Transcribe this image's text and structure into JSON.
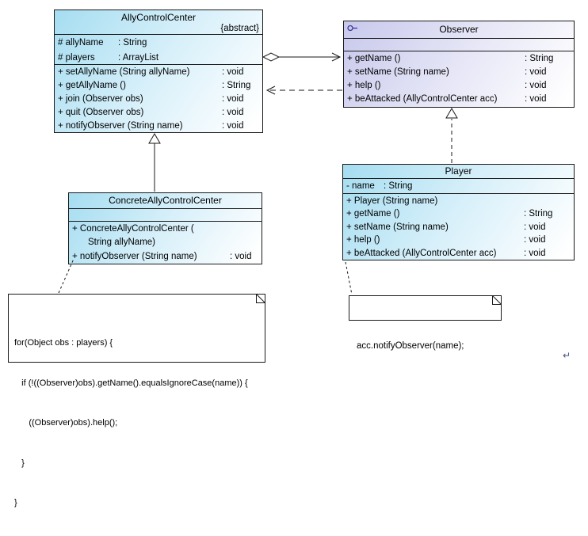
{
  "colors": {
    "class_fill": "#a5ddf1",
    "interface_fill": "#c8c8ec",
    "border": "#1a1a1a",
    "background": "#ffffff",
    "interface_icon": "#3b3b9b"
  },
  "classes": {
    "ally_control_center": {
      "name": "AllyControlCenter",
      "stereotype": "{abstract}",
      "attributes": [
        {
          "sig": "# allyName",
          "type": ": String"
        },
        {
          "sig": "# players",
          "type": ": ArrayList"
        }
      ],
      "methods": [
        {
          "sig": "+ setAllyName (String allyName)",
          "type": ": void"
        },
        {
          "sig": "+ getAllyName ()",
          "type": ": String"
        },
        {
          "sig": "+ join (Observer obs)",
          "type": ": void"
        },
        {
          "sig": "+ quit (Observer obs)",
          "type": ": void"
        },
        {
          "sig": "+ notifyObserver (String name)",
          "type": ": void"
        }
      ]
    },
    "observer": {
      "name": "Observer",
      "attributes": [],
      "methods": [
        {
          "sig": "+ getName ()",
          "type": ": String"
        },
        {
          "sig": "+ setName (String name)",
          "type": ": void"
        },
        {
          "sig": "+ help ()",
          "type": ": void"
        },
        {
          "sig": "+ beAttacked (AllyControlCenter acc)",
          "type": ": void"
        }
      ]
    },
    "concrete_ally_control_center": {
      "name": "ConcreteAllyControlCenter",
      "attributes": [],
      "methods": [
        {
          "sig": "+ ConcreteAllyControlCenter (",
          "type": ""
        },
        {
          "sig": "String allyName)",
          "type": ""
        },
        {
          "sig": "+ notifyObserver (String name)",
          "type": ": void"
        }
      ]
    },
    "player": {
      "name": "Player",
      "attributes": [
        {
          "sig": "- name",
          "type": ": String"
        }
      ],
      "methods": [
        {
          "sig": "+ Player (String name)",
          "type": ""
        },
        {
          "sig": "+ getName ()",
          "type": ": String"
        },
        {
          "sig": "+ setName (String name)",
          "type": ": void"
        },
        {
          "sig": "+ help ()",
          "type": ": void"
        },
        {
          "sig": "+ beAttacked (AllyControlCenter acc)",
          "type": ": void"
        }
      ]
    }
  },
  "notes": {
    "notify_loop": {
      "lines": [
        "for(Object obs : players) {",
        "   if (!((Observer)obs).getName().equalsIgnoreCase(name)) {",
        "      ((Observer)obs).help();",
        "   }",
        "}"
      ]
    },
    "notify_call": {
      "lines": [
        "acc.notifyObserver(name);"
      ]
    }
  },
  "marks": {
    "return_mark": "↵"
  }
}
